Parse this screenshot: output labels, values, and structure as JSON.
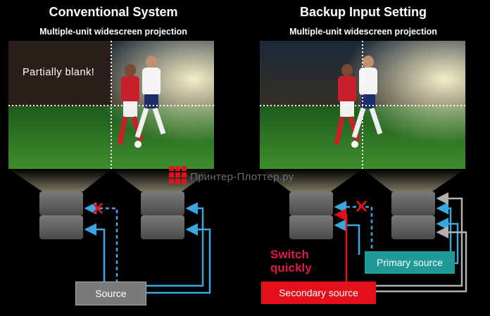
{
  "left_panel": {
    "title": "Conventional System",
    "subtitle": "Multiple-unit widescreen projection",
    "blank_label": "Partially blank!",
    "source_label": "Source"
  },
  "right_panel": {
    "title": "Backup Input Setting",
    "subtitle": "Multiple-unit widescreen projection",
    "switch_label_line1": "Switch",
    "switch_label_line2": "quickly",
    "primary_label": "Primary source",
    "secondary_label": "Secondary source"
  },
  "watermark": "Принтер-Плоттер.ру",
  "colors": {
    "signal_blue": "#3aa8e0",
    "alert_red": "#e3101c",
    "switch_text": "#e3184a",
    "primary_teal": "#1f9a98",
    "secondary_gray": "#9a9a9a"
  }
}
